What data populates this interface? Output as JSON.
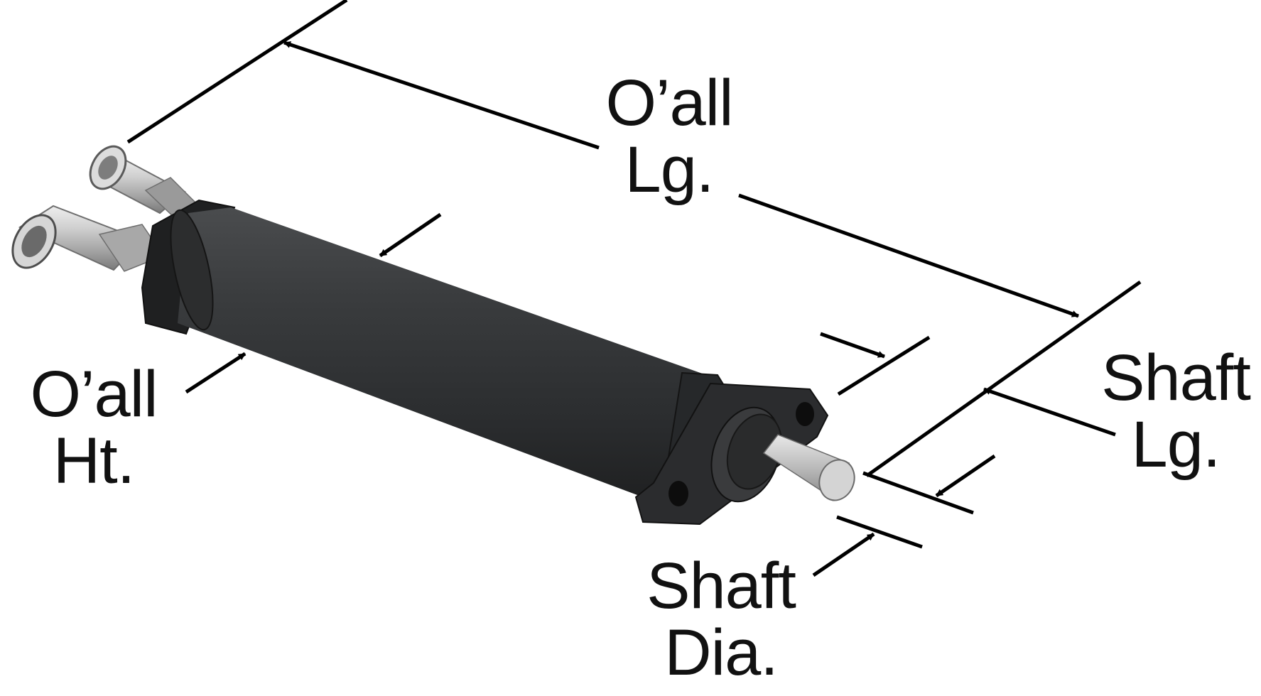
{
  "labels": {
    "overall_length": {
      "line1": "O’all",
      "line2": "Lg."
    },
    "overall_height": {
      "line1": "O’all",
      "line2": "Ht."
    },
    "shaft_length": {
      "line1": "Shaft",
      "line2": "Lg."
    },
    "shaft_diameter": {
      "line1": "Shaft",
      "line2": "Dia."
    }
  },
  "colors": {
    "line": "#000000",
    "body": "#2f3133",
    "fitting": "#b9b9b9",
    "shaft": "#c8c8c8"
  }
}
